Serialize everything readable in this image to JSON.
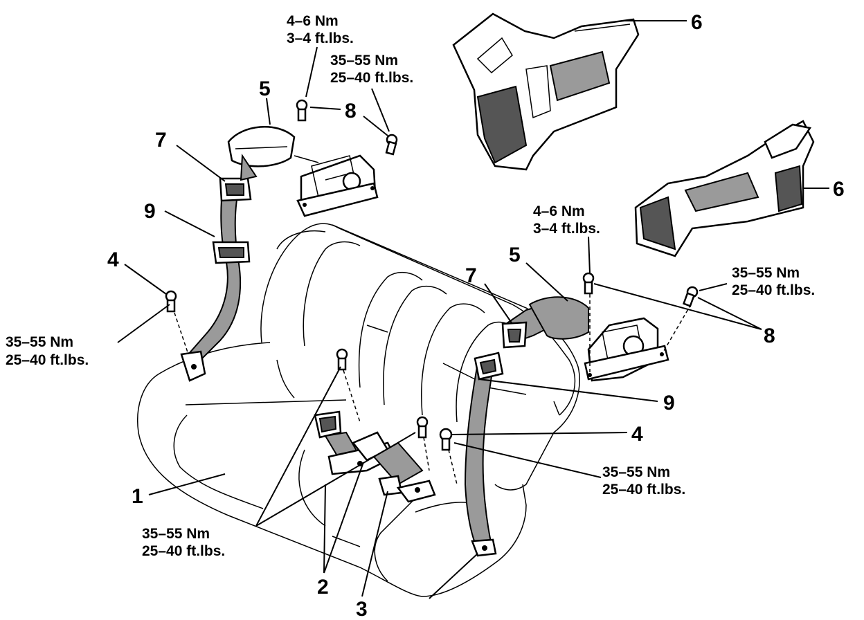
{
  "callouts": {
    "p1": "1",
    "p2": "2",
    "p3": "3",
    "p4_left": "4",
    "p4_right": "4",
    "p5_left": "5",
    "p5_right": "5",
    "p6_top": "6",
    "p6_mid": "6",
    "p7_left": "7",
    "p7_right": "7",
    "p8_left": "8",
    "p8_right": "8",
    "p9_left": "9",
    "p9_right": "9"
  },
  "torque_specs": {
    "top_small": {
      "nm": "4–6 Nm",
      "ftlbs": "3–4 ft.lbs."
    },
    "top_large": {
      "nm": "35–55 Nm",
      "ftlbs": "25–40 ft.lbs."
    },
    "left": {
      "nm": "35–55 Nm",
      "ftlbs": "25–40 ft.lbs."
    },
    "right_small": {
      "nm": "4–6 Nm",
      "ftlbs": "3–4 ft.lbs."
    },
    "right_large": {
      "nm": "35–55 Nm",
      "ftlbs": "25–40 ft.lbs."
    },
    "right_lower": {
      "nm": "35–55 Nm",
      "ftlbs": "25–40 ft.lbs."
    },
    "bottom": {
      "nm": "35–55 Nm",
      "ftlbs": "25–40 ft.lbs."
    }
  }
}
